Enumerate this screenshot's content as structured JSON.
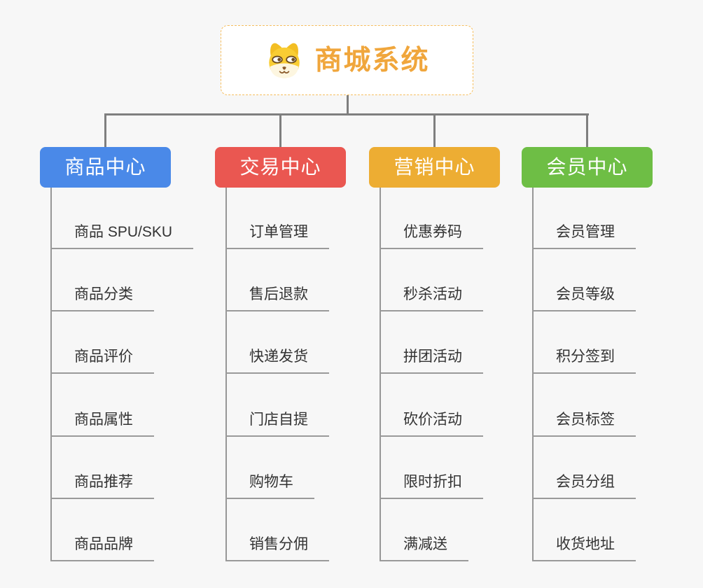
{
  "canvas": {
    "background": "#f7f7f7",
    "connector_color": "#7f7f7f",
    "underline_color": "#9a9a9a",
    "text_color": "#333333"
  },
  "root": {
    "title": "商城系统",
    "icon": "dog-face-icon",
    "title_color": "#F0A63C",
    "border_color": "#F6BE5E"
  },
  "branches": [
    {
      "label": "商品中心",
      "color": "#4A89E8",
      "children": [
        "商品 SPU/SKU",
        "商品分类",
        "商品评价",
        "商品属性",
        "商品推荐",
        "商品品牌"
      ]
    },
    {
      "label": "交易中心",
      "color": "#EA5751",
      "children": [
        "订单管理",
        "售后退款",
        "快递发货",
        "门店自提",
        "购物车",
        "销售分佣"
      ]
    },
    {
      "label": "营销中心",
      "color": "#EDAD33",
      "children": [
        "优惠券码",
        "秒杀活动",
        "拼团活动",
        "砍价活动",
        "限时折扣",
        "满减送"
      ]
    },
    {
      "label": "会员中心",
      "color": "#6EBE45",
      "children": [
        "会员管理",
        "会员等级",
        "积分签到",
        "会员标签",
        "会员分组",
        "收货地址"
      ]
    }
  ]
}
